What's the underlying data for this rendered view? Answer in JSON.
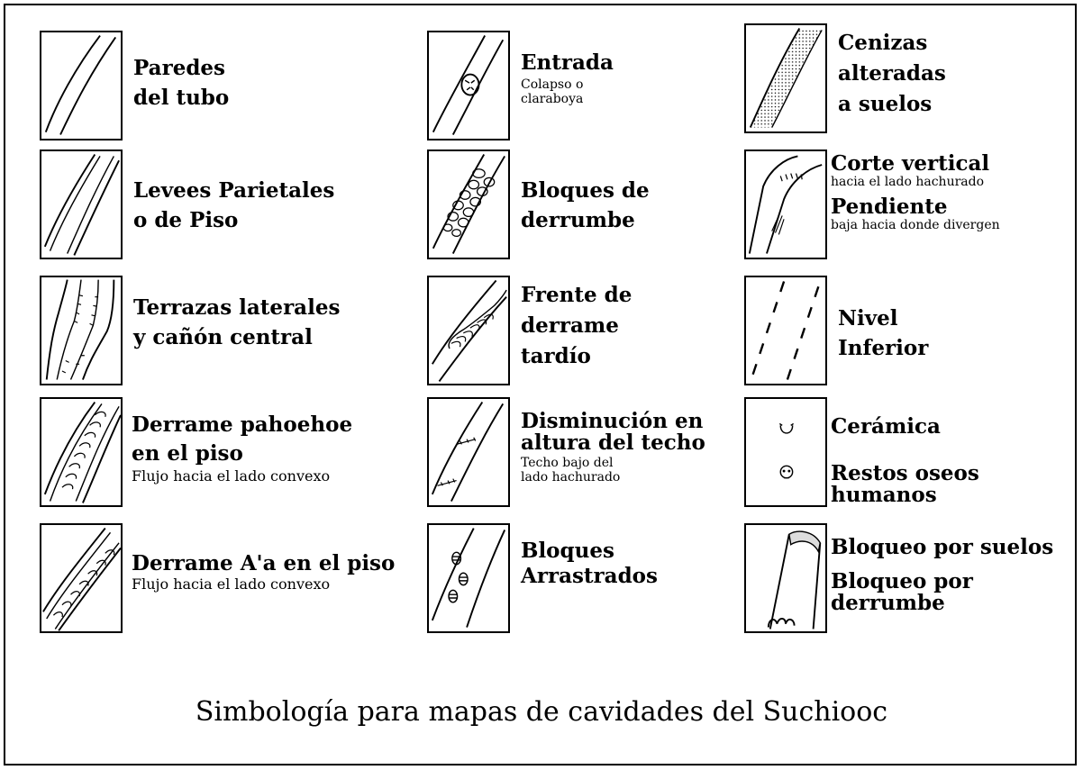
{
  "title": "Simbología para mapas de cavidades del Suchiooc",
  "legend": {
    "paredes": {
      "line1": "Paredes",
      "line2": "del tubo"
    },
    "entrada": {
      "name": "Entrada",
      "sub1": "Colapso o",
      "sub2": "claraboya"
    },
    "cenizas": {
      "line1": "Cenizas",
      "line2": "alteradas",
      "line3": "a suelos"
    },
    "levees": {
      "line1": "Levees Parietales",
      "line2": "o de Piso"
    },
    "bloques_derrumbe": {
      "line1": "Bloques de",
      "line2": "derrumbe"
    },
    "corte": {
      "name": "Corte vertical",
      "sub": "hacia el lado hachurado",
      "name2": "Pendiente",
      "sub2": "baja hacia donde divergen"
    },
    "terrazas": {
      "line1": "Terrazas laterales",
      "line2": "y cañón central"
    },
    "frente": {
      "line1": "Frente de",
      "line2": "derrame",
      "line3": "tardío"
    },
    "nivel": {
      "line1": "Nivel",
      "line2": "Inferior"
    },
    "pahoehoe": {
      "line1": "Derrame pahoehoe",
      "line2": "en el piso",
      "sub": "Flujo hacia el lado convexo"
    },
    "disminucion": {
      "line1": "Disminución en",
      "line2": "altura del techo",
      "sub1": "Techo bajo del",
      "sub2": "lado hachurado"
    },
    "ceramica": {
      "name": "Cerámica"
    },
    "restos": {
      "line1": "Restos oseos",
      "line2": "humanos"
    },
    "aa": {
      "line1": "Derrame A'a en el piso",
      "sub": "Flujo hacia el lado convexo"
    },
    "bloques_arrastrados": {
      "line1": "Bloques",
      "line2": "Arrastrados"
    },
    "bloqueo": {
      "line1": "Bloqueo por suelos",
      "line2": "Bloqueo por",
      "line3": "derrumbe"
    }
  }
}
